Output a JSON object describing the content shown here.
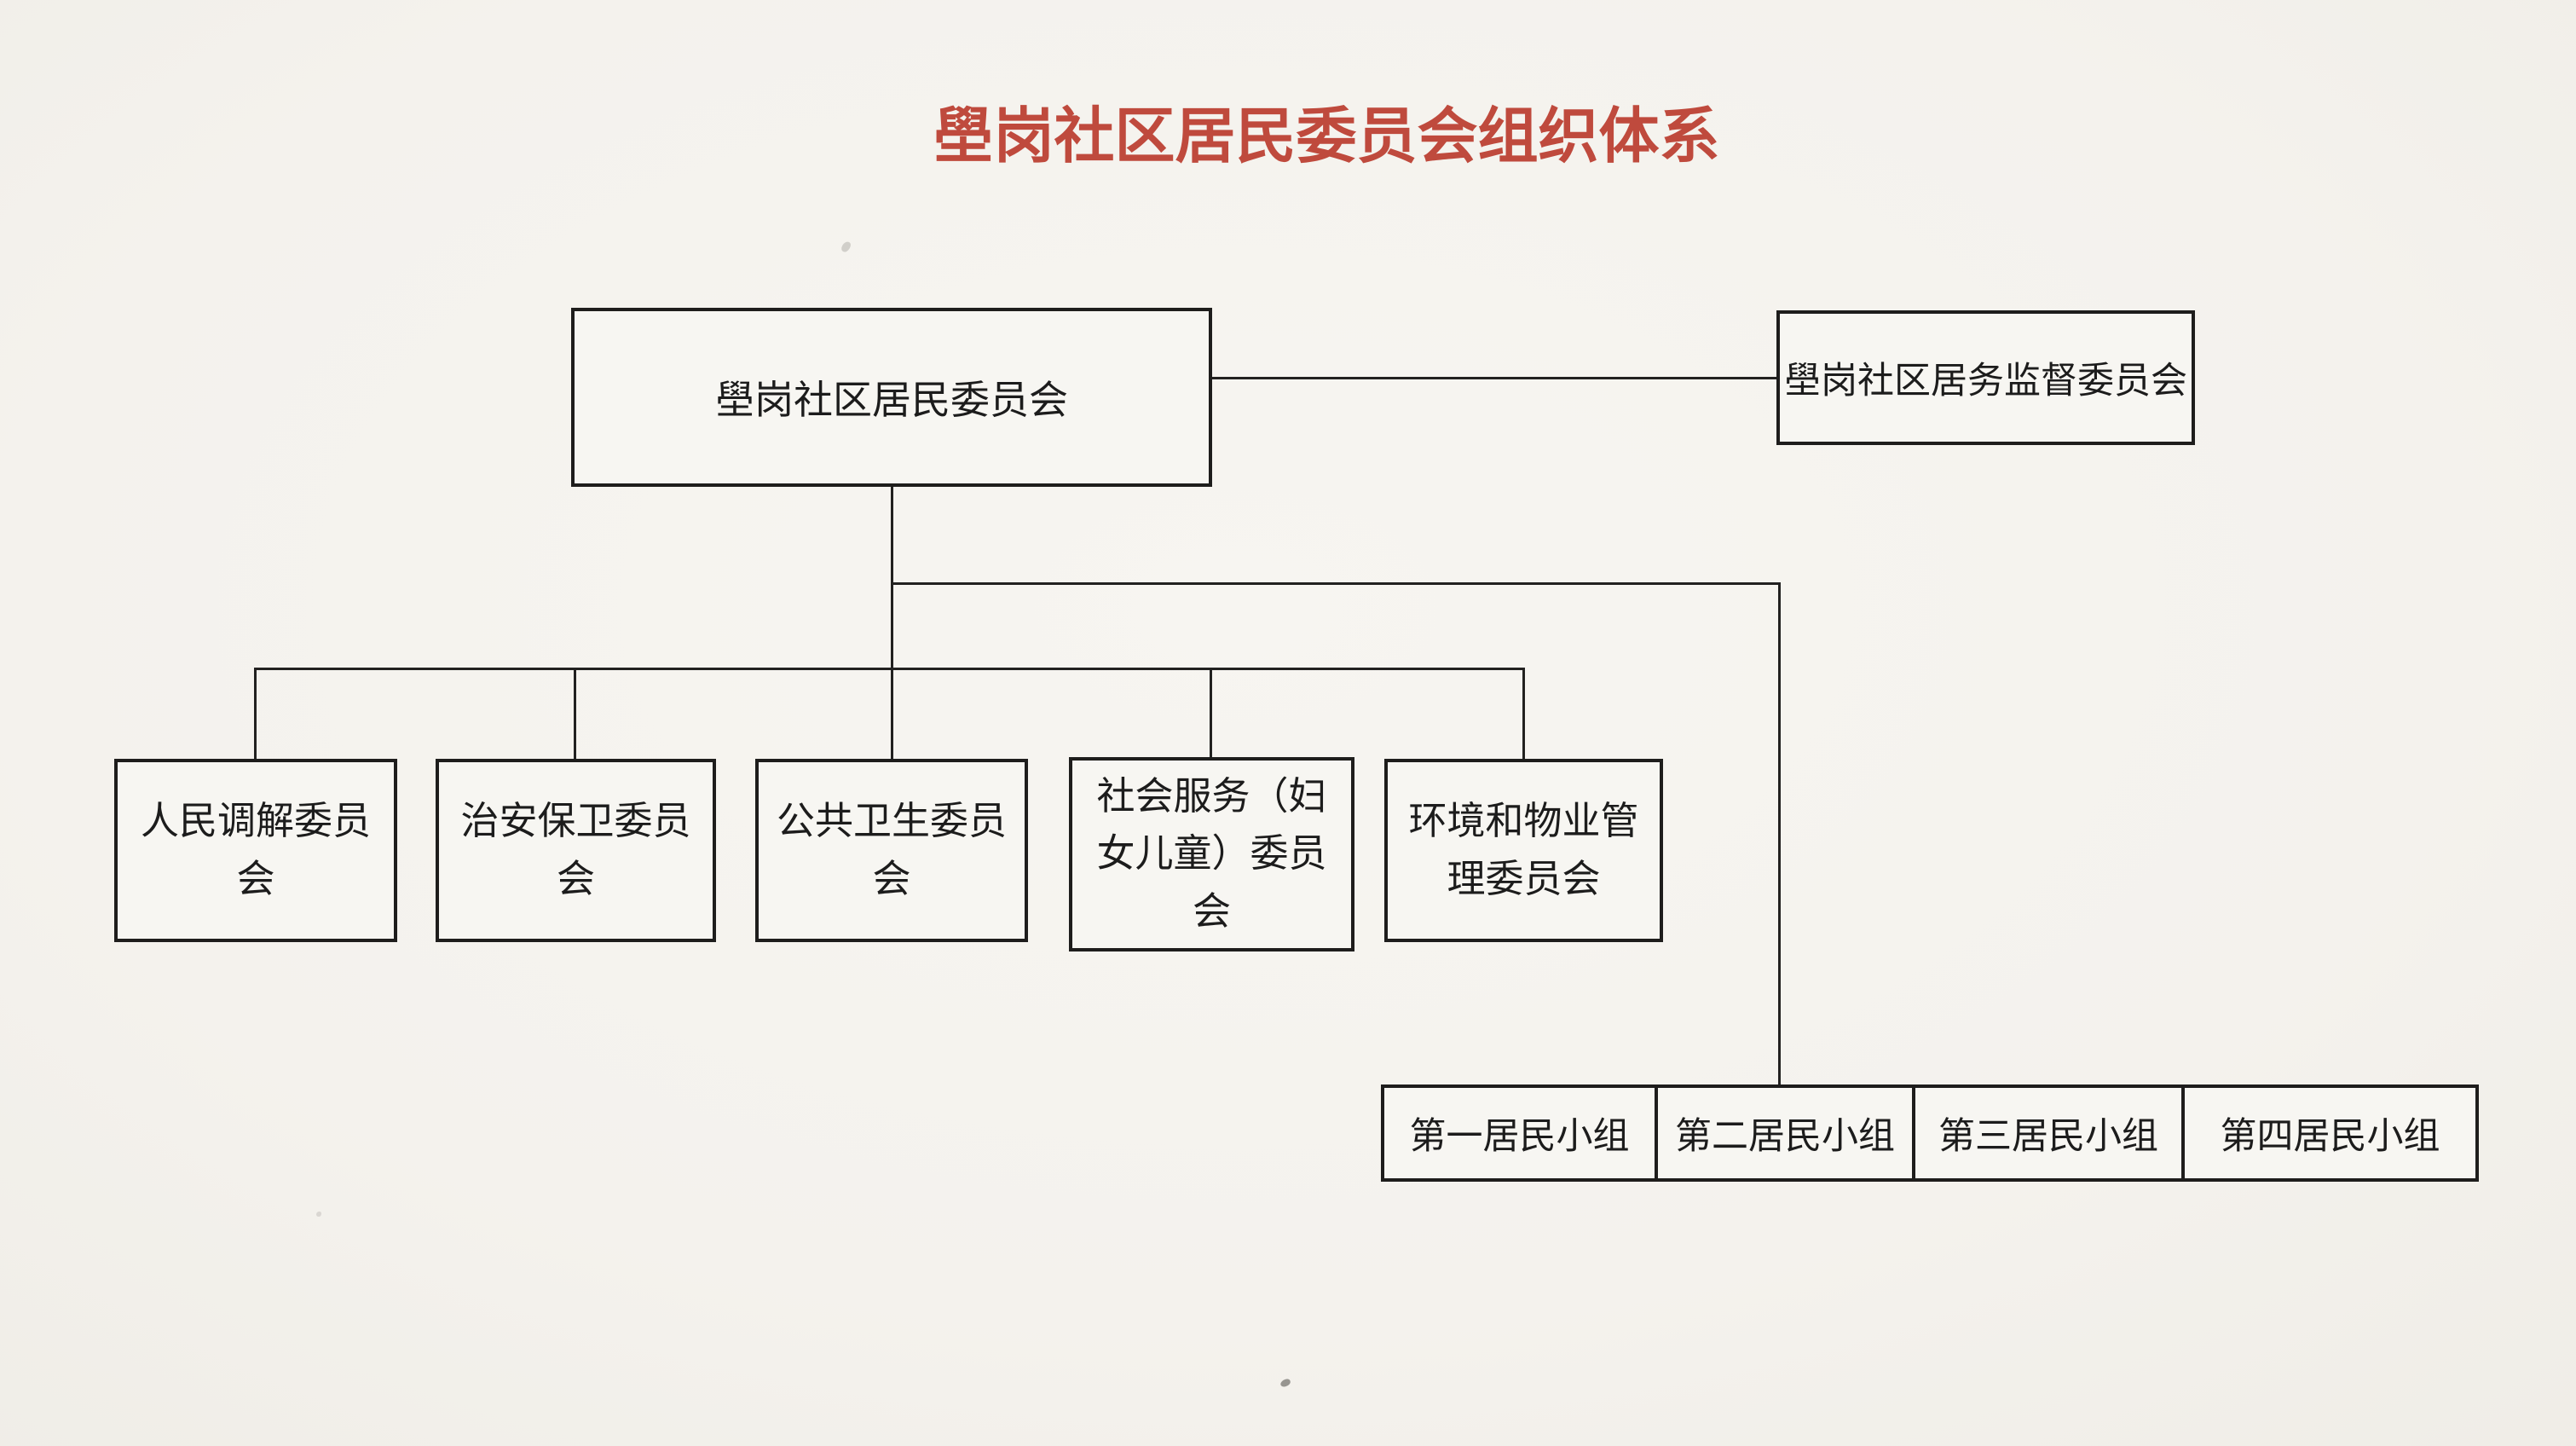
{
  "page": {
    "title": "壆岗社区居民委员会组织体系",
    "title_color": "#bf4a3d",
    "line_color": "#222120",
    "background_color": "#f4f2ed"
  },
  "nodes": {
    "root": {
      "label": "壆岗社区居民委员会"
    },
    "supervision": {
      "label": "壆岗社区居务监督委员会"
    },
    "committees": [
      {
        "label": "人民调解委员\n会"
      },
      {
        "label": "治安保卫委员\n会"
      },
      {
        "label": "公共卫生委员\n会"
      },
      {
        "label": "社会服务（妇\n女儿童）委员\n会"
      },
      {
        "label": "环境和物业管\n理委员会"
      }
    ],
    "groups": [
      {
        "label": "第一居民小组"
      },
      {
        "label": "第二居民小组"
      },
      {
        "label": "第三居民小组"
      },
      {
        "label": "第四居民小组"
      }
    ]
  }
}
